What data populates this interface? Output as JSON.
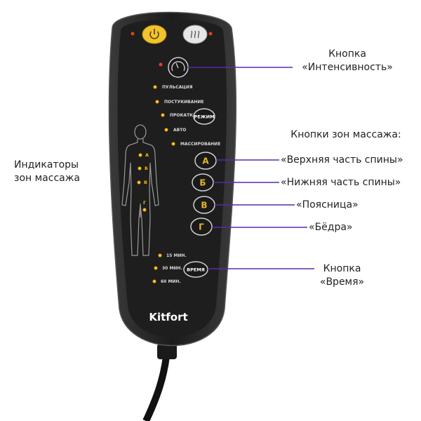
{
  "remote": {
    "brand": "Kitfort",
    "mode_labels": [
      "ПУЛЬСАЦИЯ",
      "ПОСТУКИВАНИЕ",
      "ПРОКАТКА",
      "АВТО",
      "МАССИРОВАНИЕ"
    ],
    "mode_button": "РЕЖИМ",
    "time_labels": [
      "15 МИН.",
      "30 МИН.",
      "60 МИН."
    ],
    "time_button": "ВРЕМЯ",
    "zone_buttons": [
      "А",
      "Б",
      "В",
      "Г"
    ],
    "body_zone_labels": [
      "А",
      "Б",
      "В",
      "Г"
    ],
    "power_icon": "power-icon",
    "heat_icon": "heat-icon",
    "intensity_icon": "gauge-icon",
    "colors": {
      "led": "#ffb300",
      "red_led": "#e0401f",
      "power_button": "#f2c230",
      "callout_line": "#5a2ba6"
    }
  },
  "callouts": {
    "intensity": [
      "Кнопка",
      "«Интенсивность»"
    ],
    "zones_heading": "Кнопки зон массажа:",
    "zone_a": "«Верхняя часть спины»",
    "zone_b": "«Нижняя часть спины»",
    "zone_c": "«Поясница»",
    "zone_d": "«Бёдра»",
    "time": [
      "Кнопка",
      "«Время»"
    ],
    "indicators": [
      "Индикаторы",
      "зон массажа"
    ]
  }
}
